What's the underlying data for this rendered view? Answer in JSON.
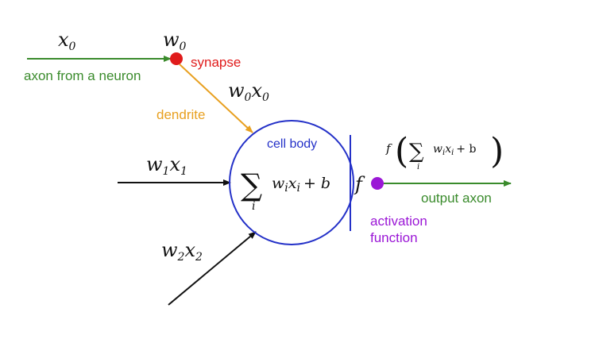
{
  "colors": {
    "green": "#3a8b2c",
    "red": "#e01b1b",
    "orange": "#e8a020",
    "blue": "#2431c8",
    "purple": "#9b17d6",
    "black": "#111111"
  },
  "labels": {
    "x0": "x",
    "x0_sub": "0",
    "w0": "w",
    "w0_sub": "0",
    "synapse": "synapse",
    "axon_from_neuron": "axon from a neuron",
    "w0x0_w": "w",
    "w0x0_wsub": "0",
    "w0x0_x": "x",
    "w0x0_xsub": "0",
    "dendrite": "dendrite",
    "cell_body": "cell body",
    "w1x1_w": "w",
    "w1x1_wsub": "1",
    "w1x1_x": "x",
    "w1x1_xsub": "1",
    "w2x2_w": "w",
    "w2x2_wsub": "2",
    "w2x2_x": "x",
    "w2x2_xsub": "2",
    "sum_symbol": "∑",
    "sum_index": "i",
    "sum_body": "w",
    "sum_body_sub": "i",
    "sum_body_x": "x",
    "sum_body_xsub": "i",
    "sum_plus_b": "+ b",
    "f": "f",
    "output_axon": "output axon",
    "activation": "activation",
    "function": "function",
    "out_f": "f",
    "out_open": "(",
    "out_close": ")"
  }
}
